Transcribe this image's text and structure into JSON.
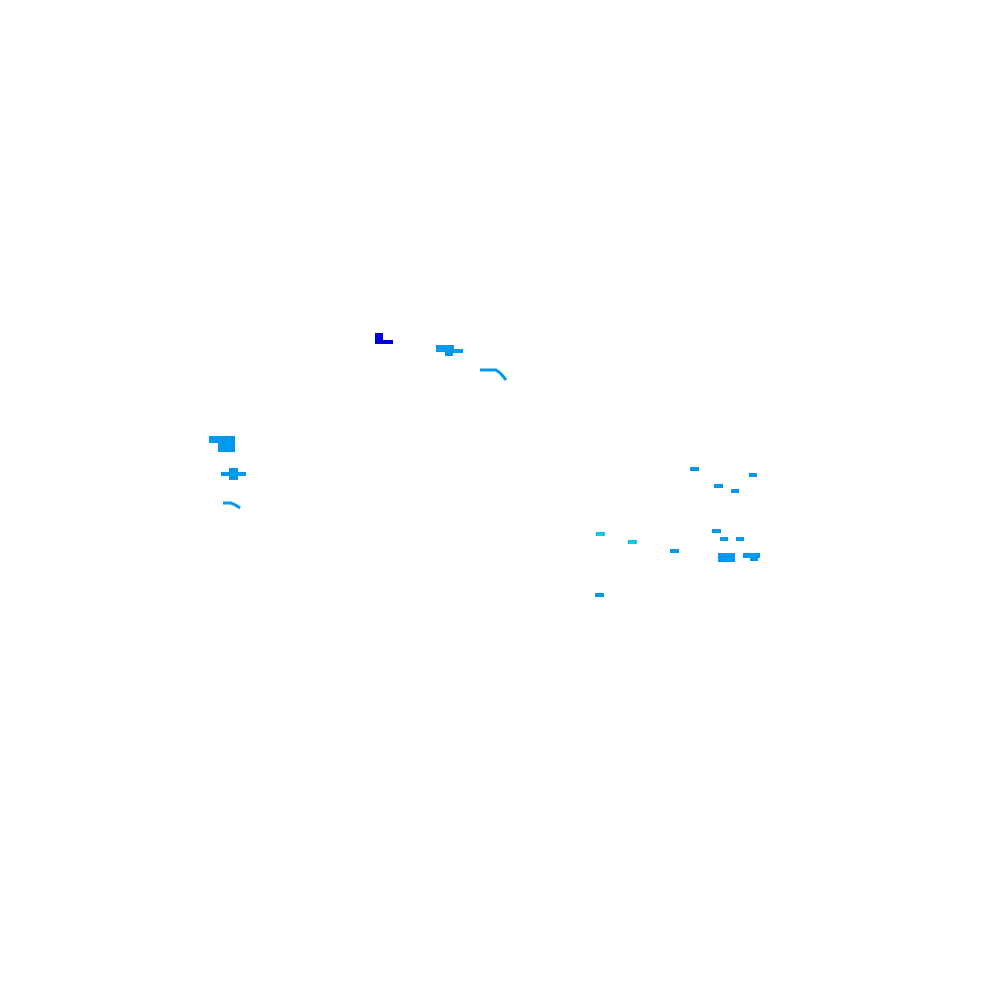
{
  "background_color": "#ffffff",
  "colors": {
    "dark_blue": "#0000dd",
    "sky_blue": "#0099ee",
    "cyan": "#00d0e0"
  },
  "fragments": [
    {
      "name": "fragment-dark-blue-corner",
      "color_key": "dark_blue"
    },
    {
      "name": "fragment-blue-top-cluster",
      "color_key": "sky_blue"
    },
    {
      "name": "fragment-blue-curve-top",
      "color_key": "sky_blue"
    },
    {
      "name": "fragment-blue-left-block",
      "color_key": "sky_blue"
    },
    {
      "name": "fragment-blue-left-cross",
      "color_key": "sky_blue"
    },
    {
      "name": "fragment-blue-left-curve",
      "color_key": "sky_blue"
    },
    {
      "name": "fragment-right-cluster",
      "color_key": "sky_blue"
    },
    {
      "name": "fragment-cyan-dashes",
      "color_key": "cyan"
    }
  ]
}
